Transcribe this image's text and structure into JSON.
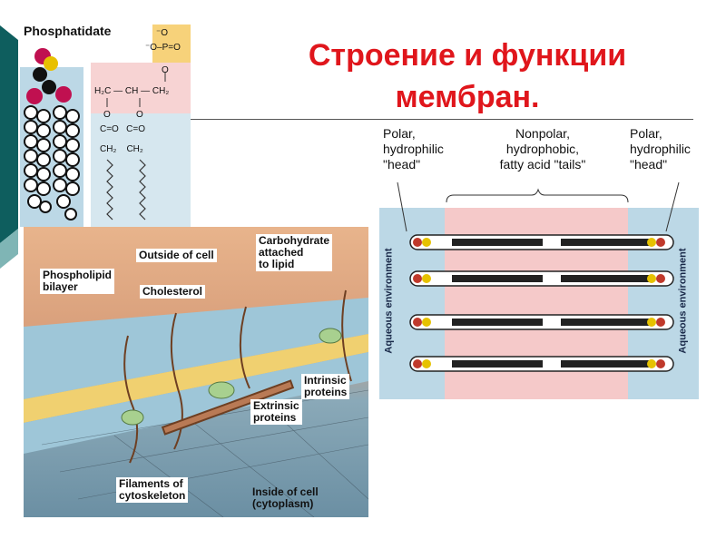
{
  "slide": {
    "title_line1": "Строение и функции",
    "title_line2": "мембран.",
    "accent_title_color": "#e0161c",
    "left_bar_color": "#0e5e5e"
  },
  "phosphatidate": {
    "heading": "Phosphatidate",
    "phosphate_line1": "⁻O",
    "phosphate_line2": "⁻O–P=O",
    "o1": "O",
    "glycerol": "H₂C — CH — CH₂",
    "o2": "O",
    "o3": "O",
    "ester": "C=O   C=O",
    "ch2": "CH₂    CH₂"
  },
  "bilayer_diagram": {
    "label_polar_left": "Polar, hydrophilic \"head\"",
    "label_polar_left_l1": "Polar,",
    "label_polar_left_l2": "hydrophilic",
    "label_polar_left_l3": "\"head\"",
    "label_nonpolar_l1": "Nonpolar,",
    "label_nonpolar_l2": "hydrophobic,",
    "label_nonpolar_l3": "fatty acid \"tails\"",
    "label_polar_right_l1": "Polar,",
    "label_polar_right_l2": "hydrophilic",
    "label_polar_right_l3": "\"head\"",
    "aqueous_left": "Aqueous environment",
    "aqueous_right": "Aqueous environment"
  },
  "membrane_figure": {
    "outside": "Outside of cell",
    "carbohydrate_l1": "Carbohydrate",
    "carbohydrate_l2": "attached",
    "carbohydrate_l3": "to lipid",
    "phospholipid_l1": "Phospholipid",
    "phospholipid_l2": "bilayer",
    "cholesterol": "Cholesterol",
    "intrinsic_l1": "Intrinsic",
    "intrinsic_l2": "proteins",
    "extrinsic_l1": "Extrinsic",
    "extrinsic_l2": "proteins",
    "filaments_l1": "Filaments of",
    "filaments_l2": "cytoskeleton",
    "inside_l1": "Inside of cell",
    "inside_l2": "(cytoplasm)"
  }
}
